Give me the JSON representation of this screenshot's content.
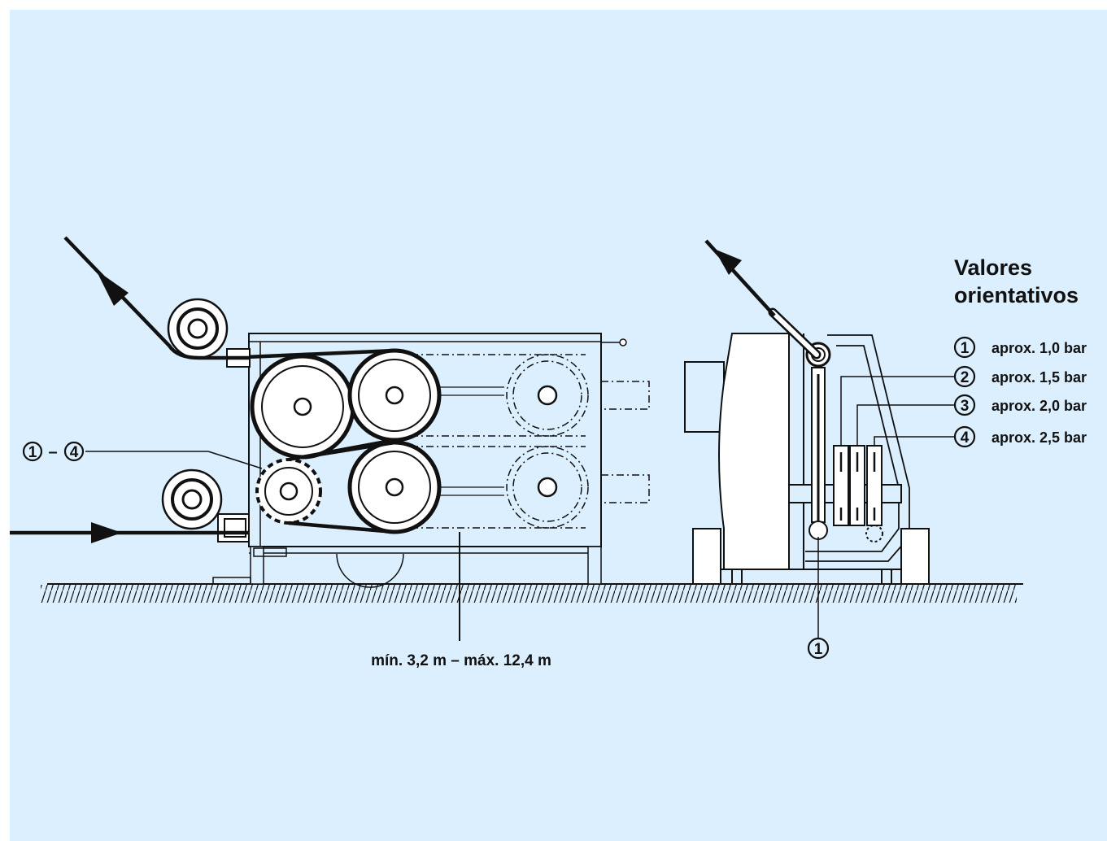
{
  "legend": {
    "title_line1": "Valores",
    "title_line2": "orientativos",
    "items": [
      {
        "num": "1",
        "text": "aprox. 1,0 bar"
      },
      {
        "num": "2",
        "text": "aprox. 1,5 bar"
      },
      {
        "num": "3",
        "text": "aprox. 2,0 bar"
      },
      {
        "num": "4",
        "text": "aprox. 2,5 bar"
      }
    ]
  },
  "callouts": {
    "range_from": "1",
    "range_dash": "–",
    "range_to": "4",
    "side_ref": "1"
  },
  "dimension_label": "mín. 3,2 m – máx. 12,4 m",
  "colors": {
    "background": "#dcefff",
    "line": "#111111"
  }
}
